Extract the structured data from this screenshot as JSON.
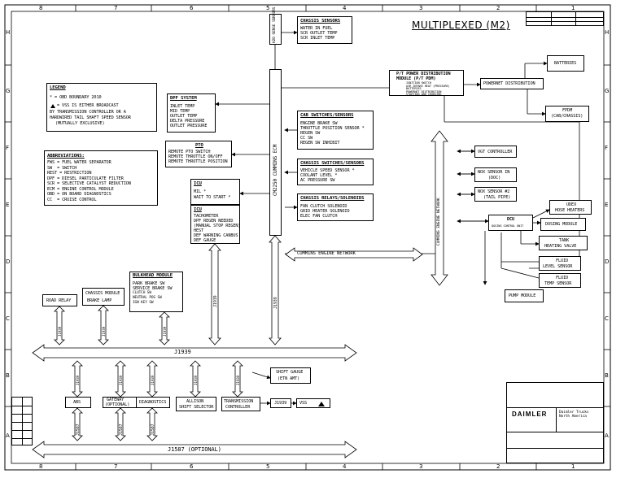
{
  "title": "MULTIPLEXED (M2)",
  "frame": {
    "columns": [
      "8",
      "7",
      "6",
      "5",
      "4",
      "3",
      "2",
      "1"
    ],
    "rows": [
      "H",
      "G",
      "F",
      "E",
      "D",
      "C",
      "B",
      "A"
    ]
  },
  "legend": {
    "heading": "LEGEND",
    "line1": "* = OBD BOUNDARY 2010",
    "line2": "= VSS IS EITHER BROADCAST",
    "line3": "BY TRANSMISSION CONTROLLER OR A",
    "line4": "HARDWIRED TAIL SHAFT SPEED SENSOR",
    "line5": "(MUTUALLY EXCLUSIVE)"
  },
  "abbreviations": {
    "heading": "ABBREVIATIONS:",
    "items": [
      "FWS = FUEL WATER SEPARATOR",
      "SW  = SWITCH",
      "REST = RESTRICTION",
      "DPF = DIESEL PARTICULATE FILTER",
      "SCR = SELECTIVE CATALYST REDUCTION",
      "ECM = ENGINE CONTROL MODULE",
      "OBD = ON BOARD DIAGNOSTICS",
      "CC  = CRUISE CONTROL"
    ]
  },
  "h2o": {
    "label": "H2O SENSE SENSORS"
  },
  "chassis_sensors": {
    "heading": "CHASSIS SENSORS",
    "items": [
      "WATER IN FUEL",
      "SCR OUTLET TEMP",
      "SCR INLET TEMP"
    ]
  },
  "dpf_system": {
    "heading": "DPF SYSTEM",
    "items": [
      "INLET TEMP",
      "MID TEMP",
      "OUTLET TEMP",
      "DELTA PRESSURE",
      "OUTLET PRESSURE"
    ]
  },
  "pto": {
    "heading": "PTO",
    "items": [
      "REMOTE PTO SWITCH",
      "REMOTE THROTTLE ON/OFF",
      "REMOTE THROTTLE POSITION"
    ]
  },
  "icu": {
    "heading": "ICU",
    "line1": "MIL *",
    "line2": "WAIT TO START *",
    "heading2": "ICU",
    "items": [
      "TACHOMETER",
      "DPF REGEN NEEDED",
      "(MANUAL STOP REGEN)",
      "HEST",
      "DEF WARNING CANBUS",
      "DEF GAUGE"
    ]
  },
  "ecm": {
    "label": "CM2250 CUMMINS ECM"
  },
  "cab_switches": {
    "heading": "CAB SWITCHES/SENSORS",
    "items": [
      "ENGINE BRAKE SW",
      "THROTTLE POSITION SENSOR *",
      "REGEN SW",
      "CC SW",
      "REGEN SW INHIBIT"
    ]
  },
  "chassis_switches": {
    "heading": "CHASSIS SWITCHES/SENSORS",
    "items": [
      "VEHICLE SPEED SENSOR *",
      "COOLANT LEVEL *",
      "AC PRESSURE SW"
    ]
  },
  "chassis_relays": {
    "heading": "CHASSIS RELAYS/SOLENOIDS",
    "items": [
      "FAN CLUTCH SOLENOID",
      "GRID HEATER SOLENOID",
      "ELEC FAN CLUTCH"
    ]
  },
  "ptpdm": {
    "line1": "P/T POWER DISTRIBUTION",
    "line2": "MODULE (P/T PDM)",
    "items": [
      "IGNITION SWITCH",
      "AIR INTAKE HEAT (PRESSURE)",
      "BATTERIES",
      "POWERNET DISTRIBUTION",
      "STARTING AND CHARGING"
    ]
  },
  "batteries": {
    "label": "BATTERIES"
  },
  "powernet": {
    "label": "POWERNET DISTRIBUTION"
  },
  "fpdm": {
    "line1": "FPDM",
    "line2": "(CAB/CHASSIS)"
  },
  "cummins_network": {
    "label": "CUMMINS ENGINE NETWORK"
  },
  "vgt": {
    "label": "VGT CONTROLLER"
  },
  "nox_in": {
    "line1": "NOX SENSOR IN",
    "line2": "(DOC)"
  },
  "nox_out": {
    "line1": "NOX SENSOR #2",
    "line2": "(TAIL PIPE)"
  },
  "dcu": {
    "line1": "DCU",
    "line2": "DOSING CONTROL UNIT"
  },
  "udex": {
    "line1": "UDEX",
    "line2": "HOSE HEATERS"
  },
  "dosing": {
    "label": "DOSING MODULE"
  },
  "tank": {
    "line1": "TANK",
    "line2": "HEATING VALVE"
  },
  "fluid_level": {
    "line1": "FLUID",
    "line2": "LEVEL SENSOR"
  },
  "fluid_temp": {
    "line1": "FLUID",
    "line2": "TEMP SENSOR"
  },
  "pump": {
    "label": "PUMP MODULE"
  },
  "bulkhead": {
    "heading": "BULKHEAD MODULE",
    "items": [
      "PARK BRAKE SW",
      "SERVICE BRAKE SW",
      "CLUTCH SW",
      "NEUTRAL POS SW",
      "IGN KEY SW"
    ]
  },
  "chassis_module": {
    "line1": "CHASSIS MODULE",
    "line2": "BRAKE LAMP"
  },
  "road_relay": {
    "label": "ROAD RELAY"
  },
  "j1939": {
    "main": "J1939",
    "ecm_tap": "J1939",
    "icu_tap": "J1939",
    "bulk_tap": "J1939",
    "chassis_tap": "J1939",
    "road_tap": "J1939",
    "abs_tap": "J1939",
    "gateway_tap": "J1939",
    "diag_tap": "J1939",
    "allison_tap": "J1939",
    "trans_tap": "J1939",
    "vss_link": "J1939"
  },
  "j1587": {
    "main": "J1587 (OPTIONAL)",
    "abs_tap": "J1587",
    "gateway_tap": "J1587",
    "diag_tap": "J1587"
  },
  "abs": {
    "label": "ABS"
  },
  "gateway": {
    "line1": "GATEWAY",
    "line2": "(OPTIONAL)"
  },
  "diag": {
    "label": "DIAGNOSTICS"
  },
  "allison": {
    "line1": "ALLISON",
    "line2": "SHIFT SELECTOR"
  },
  "transmission": {
    "line1": "TRANSMISSION",
    "line2": "CONTROLLER"
  },
  "shift_gauge": {
    "line1": "SHIFT GAUGE",
    "line2": "(ETN AMT)"
  },
  "vss": {
    "label": "VSS"
  },
  "title_block": {
    "company": "DAIMLER",
    "company2": "Daimler Trucks North America"
  }
}
